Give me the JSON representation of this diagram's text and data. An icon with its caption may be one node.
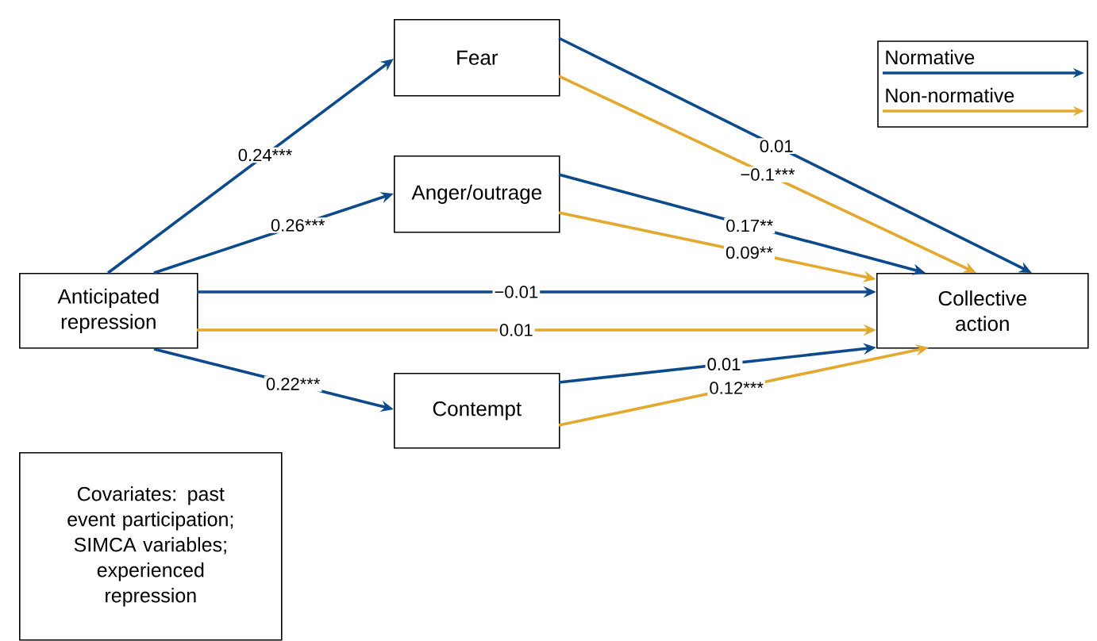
{
  "diagram": {
    "nodes": [
      {
        "text": [
          "Fear"
        ]
      },
      {
        "text": [
          "Anger/outrage"
        ]
      },
      {
        "text": [
          "Anticipated repression"
        ]
      },
      {
        "text": [
          "Contempt"
        ]
      },
      {
        "text": [
          "Collective action"
        ]
      },
      {
        "text": [
          "Covariates: past event participation; SIMCA variables; experienced repression"
        ]
      }
    ],
    "edges": [
      {
        "from": 2,
        "to": 0,
        "arrow": "to",
        "label": "0.24***"
      },
      {
        "from": 2,
        "to": 1,
        "arrow": "to",
        "label": "0.26***"
      },
      {
        "from": 2,
        "to": 4,
        "arrow": "to",
        "label": "−0.01"
      },
      {
        "from": 2,
        "to": 4,
        "arrow": "to",
        "label": "0.01",
        "color": "#e3a92f"
      },
      {
        "from": 2,
        "to": 3,
        "arrow": "to",
        "label": "0.22***"
      },
      {
        "from": 0,
        "to": 4,
        "arrow": "to",
        "label": "0.01"
      },
      {
        "from": 0,
        "to": 4,
        "arrow": "to",
        "label": "−0.1***",
        "color": "#e3a92f"
      },
      {
        "from": 1,
        "to": 4,
        "arrow": "to",
        "label": "0.17**"
      },
      {
        "from": 1,
        "to": 4,
        "arrow": "to",
        "label": "0.09**",
        "color": "#e3a92f"
      },
      {
        "from": 3,
        "to": 4,
        "arrow": "to",
        "label": "0.01"
      },
      {
        "from": 3,
        "to": 4,
        "arrow": "to",
        "label": "0.12***",
        "color": "#e3a92f"
      }
    ],
    "legend": [
      {
        "text": "Normative"
      },
      {
        "text": "Non-normative"
      }
    ]
  }
}
